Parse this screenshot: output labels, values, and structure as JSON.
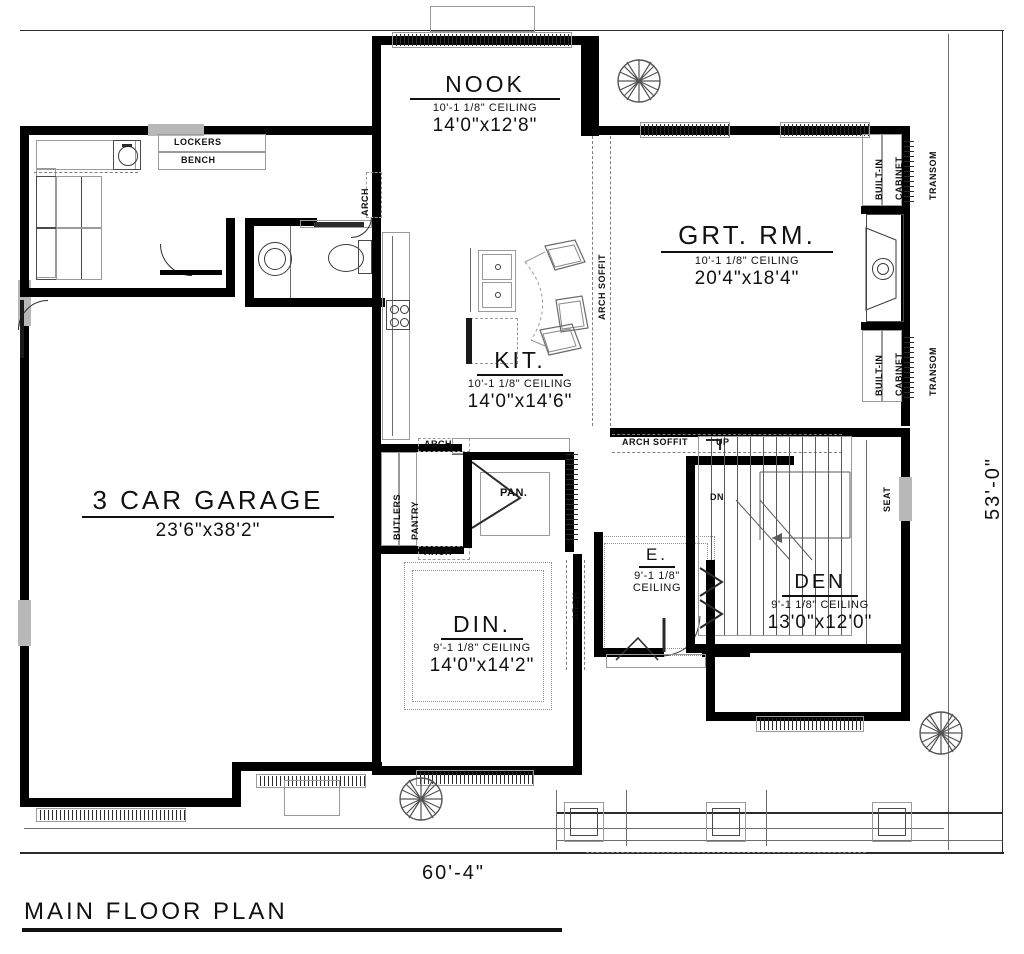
{
  "sheet": {
    "title": "MAIN FLOOR PLAN"
  },
  "dimensions": {
    "overall_width": "60'-4\"",
    "overall_depth": "53'-0\""
  },
  "rooms": [
    {
      "key": "nook",
      "name": "NOOK",
      "ceiling": "10'-1 1/8\" CEILING",
      "size": "14'0\"x12'8\""
    },
    {
      "key": "grt",
      "name": "GRT. RM.",
      "ceiling": "10'-1 1/8\" CEILING",
      "size": "20'4\"x18'4\""
    },
    {
      "key": "kit",
      "name": "KIT.",
      "ceiling": "10'-1 1/8\" CEILING",
      "size": "14'0\"x14'6\""
    },
    {
      "key": "garage",
      "name": "3 CAR GARAGE",
      "ceiling": "",
      "size": "23'6\"x38'2\""
    },
    {
      "key": "din",
      "name": "DIN.",
      "ceiling": "9'-1 1/8\" CEILING",
      "size": "14'0\"x14'2\""
    },
    {
      "key": "den",
      "name": "DEN",
      "ceiling": "9'-1 1/8\" CEILING",
      "size": "13'0\"x12'0\""
    },
    {
      "key": "entry",
      "name": "E.",
      "ceiling": "9'-1 1/8\"",
      "ceiling2": "CEILING",
      "size": ""
    }
  ],
  "annotations": {
    "lockers": "LOCKERS",
    "bench": "BENCH",
    "arch_nook": "ARCH",
    "arch_soffit_v": "ARCH SOFFIT",
    "arch_soffit_h": "ARCH SOFFIT",
    "butlers": "BUTLERS",
    "pantry": "PANTRY",
    "arch_pantry_top": "ARCH",
    "arch_pantry_bottom": "ARCH",
    "pan": "PAN.",
    "arch_din": "ARCH",
    "builtin_1": "BUILT-IN",
    "cabinet_1": "CABINET",
    "transom_1": "TRANSOM",
    "builtin_2": "BUILT-IN",
    "cabinet_2": "CABINET",
    "transom_2": "TRANSOM",
    "stair_up": "UP",
    "stair_dn": "DN",
    "seat": "SEAT"
  },
  "colors": {
    "wall": "#000000",
    "line": "#2b2b2b",
    "gray": "#8a8a8a",
    "paper": "#ffffff"
  }
}
